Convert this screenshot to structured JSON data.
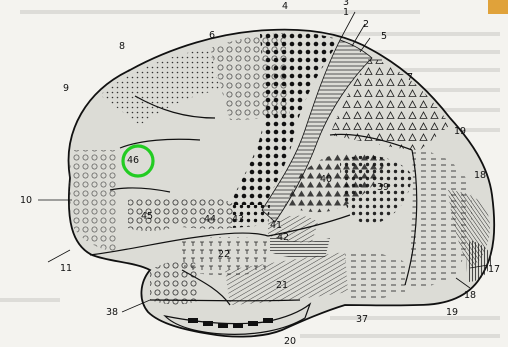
{
  "figure": {
    "areas": [
      {
        "id": "1",
        "label": "1"
      },
      {
        "id": "2",
        "label": "2"
      },
      {
        "id": "3",
        "label": "3"
      },
      {
        "id": "4",
        "label": "4"
      },
      {
        "id": "5",
        "label": "5"
      },
      {
        "id": "6",
        "label": "6"
      },
      {
        "id": "7",
        "label": "7"
      },
      {
        "id": "8",
        "label": "8"
      },
      {
        "id": "9",
        "label": "9"
      },
      {
        "id": "10",
        "label": "10"
      },
      {
        "id": "11",
        "label": "11"
      },
      {
        "id": "17",
        "label": "17"
      },
      {
        "id": "18a",
        "label": "18"
      },
      {
        "id": "18b",
        "label": "18"
      },
      {
        "id": "19a",
        "label": "19"
      },
      {
        "id": "19b",
        "label": "19"
      },
      {
        "id": "20",
        "label": "20"
      },
      {
        "id": "21",
        "label": "21"
      },
      {
        "id": "22",
        "label": "22"
      },
      {
        "id": "37",
        "label": "37"
      },
      {
        "id": "38",
        "label": "38"
      },
      {
        "id": "39",
        "label": "39"
      },
      {
        "id": "40",
        "label": "40"
      },
      {
        "id": "41",
        "label": "41"
      },
      {
        "id": "42",
        "label": "42"
      },
      {
        "id": "43",
        "label": "43"
      },
      {
        "id": "44",
        "label": "44"
      },
      {
        "id": "45",
        "label": "45"
      },
      {
        "id": "46",
        "label": "46"
      }
    ],
    "highlight": {
      "area": "46",
      "color": "#22cc22"
    },
    "colors": {
      "paper": "#f4f3ef",
      "cortex": "#dcdcd6",
      "ink": "#111111",
      "accent_tab": "#e0a23a"
    }
  }
}
